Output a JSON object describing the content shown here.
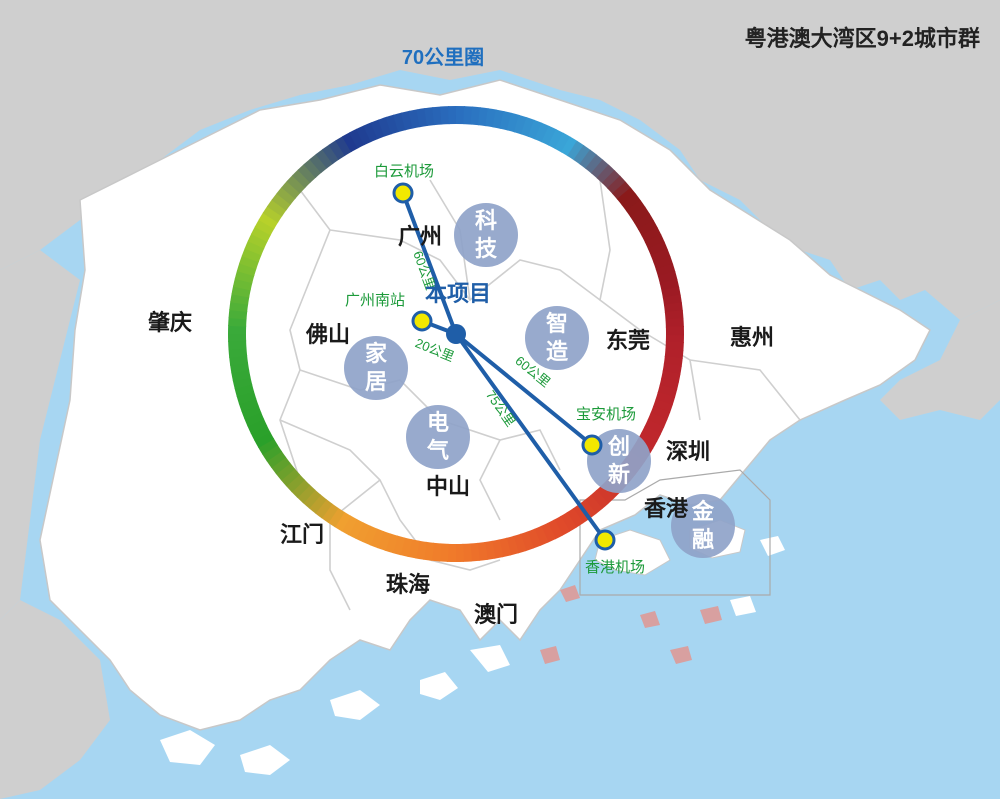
{
  "title": "粤港澳大湾区9+2城市群",
  "ring_label": "70公里圈",
  "project_label": "本项目",
  "cities": {
    "guangzhou": "广州",
    "foshan": "佛山",
    "zhaoqing": "肇庆",
    "dongguan": "东莞",
    "huizhou": "惠州",
    "shenzhen": "深圳",
    "hongkong": "香港",
    "zhongshan": "中山",
    "jiangmen": "江门",
    "zhuhai": "珠海",
    "macau": "澳门"
  },
  "airports": {
    "baiyun": "白云机场",
    "gz_south": "广州南站",
    "baoan": "宝安机场",
    "hk": "香港机场"
  },
  "distances": {
    "baiyun": "60公里",
    "gz_south": "20公里",
    "baoan": "60公里",
    "hk": "75公里"
  },
  "badges": {
    "tech": [
      "科",
      "技"
    ],
    "smart": [
      "智",
      "造"
    ],
    "home": [
      "家",
      "居"
    ],
    "electric": [
      "电",
      "气"
    ],
    "innovation": [
      "创",
      "新"
    ],
    "finance": [
      "金",
      "融"
    ]
  },
  "colors": {
    "sea": "#a7d6f2",
    "land": "#ffffff",
    "land_outside": "#cfcfcf",
    "border": "#c8c8c8",
    "route": "#1f5ea8",
    "badge": "#8fa3c9",
    "marker": "#f2e800",
    "title": "#222222",
    "ring_label": "#1f6fbf",
    "airport_text": "#1c9a3a"
  }
}
